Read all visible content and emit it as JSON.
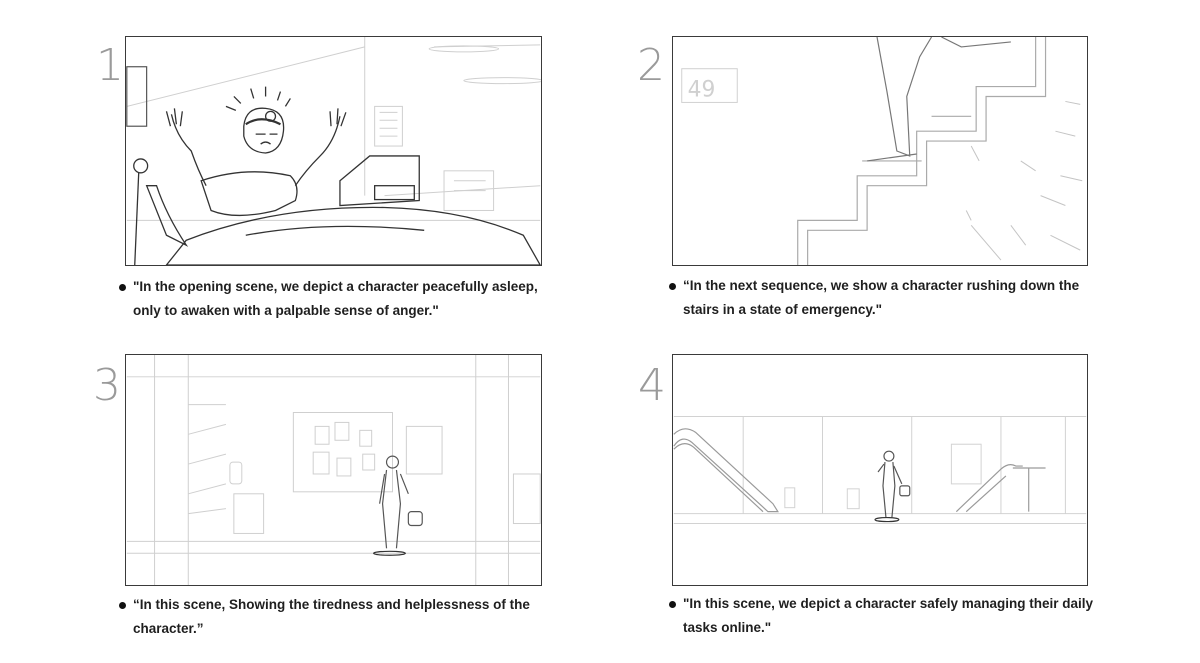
{
  "panels": [
    {
      "number": "1",
      "caption": "\"In the opening scene, we depict a character peacefully asleep,\nonly to awaken with a palpable sense of anger.\""
    },
    {
      "number": "2",
      "caption": "“In the next sequence, we show a character rushing down the\nstairs in a state of emergency.\""
    },
    {
      "number": "3",
      "caption": "“In this scene, Showing the tiredness and helplessness of the\ncharacter.”"
    },
    {
      "number": "4",
      "caption": "\"In this scene, we depict a character safely managing their daily\ntasks online.\""
    }
  ],
  "scene2": {
    "sign_text": "49"
  },
  "colors": {
    "frame": "#3a3a3a",
    "sketch": "#c9c9c9",
    "ink": "#2a2a2a",
    "number": "#9a9a9a"
  }
}
